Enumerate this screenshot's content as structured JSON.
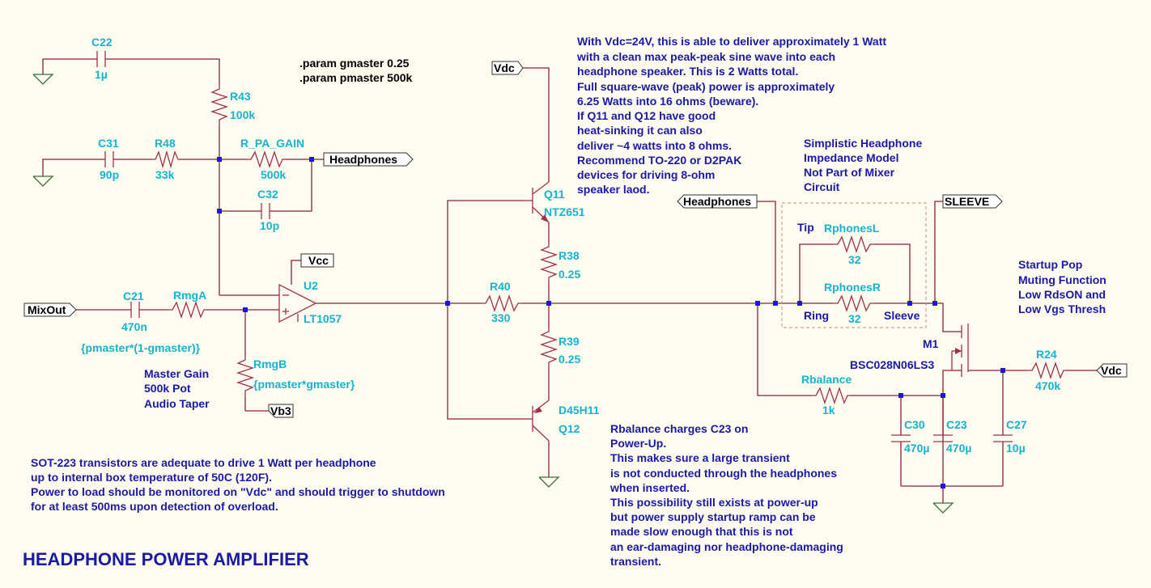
{
  "colors": {
    "wire": "#8a2040",
    "label_cyan": "#14b4d0",
    "note_blue": "#1a1aa6",
    "junction": "#1a1ad0",
    "ground": "#3c6e3c",
    "background": "#fefbef"
  },
  "directives": {
    "gmaster": ".param gmaster 0.25",
    "pmaster": ".param pmaster 500k"
  },
  "nets": {
    "vdc": "Vdc",
    "vcc": "Vcc",
    "vb3": "Vb3",
    "mixout": "MixOut",
    "headphones": "Headphones",
    "sleeve": "SLEEVE"
  },
  "parts": {
    "c22": {
      "ref": "C22",
      "value": "1µ"
    },
    "r43": {
      "ref": "R43",
      "value": "100k"
    },
    "c31": {
      "ref": "C31",
      "value": "90p"
    },
    "r48": {
      "ref": "R48",
      "value": "33k"
    },
    "rpa": {
      "ref": "R_PA_GAIN",
      "value": "500k"
    },
    "c32": {
      "ref": "C32",
      "value": "10p"
    },
    "u2": {
      "ref": "U2",
      "value": "LT1057"
    },
    "c21": {
      "ref": "C21",
      "value": "470n"
    },
    "rmga": {
      "ref": "RmgA",
      "value": "{pmaster*(1-gmaster)}"
    },
    "rmgb": {
      "ref": "RmgB",
      "value": "{pmaster*gmaster}"
    },
    "q11": {
      "ref": "Q11",
      "value": "NTZ651"
    },
    "r38": {
      "ref": "R38",
      "value": "0.25"
    },
    "r40": {
      "ref": "R40",
      "value": "330"
    },
    "r39": {
      "ref": "R39",
      "value": "0.25"
    },
    "q12": {
      "ref": "Q12",
      "value": "D45H11"
    },
    "rphl": {
      "ref": "RphonesL",
      "value": "32"
    },
    "rphr": {
      "ref": "RphonesR",
      "value": "32"
    },
    "m1": {
      "ref": "M1",
      "value": "BSC028N06LS3"
    },
    "r24": {
      "ref": "R24",
      "value": "470k"
    },
    "rbal": {
      "ref": "Rbalance",
      "value": "1k"
    },
    "c30": {
      "ref": "C30",
      "value": "470µ"
    },
    "c23": {
      "ref": "C23",
      "value": "470µ"
    },
    "c27": {
      "ref": "C27",
      "value": "10µ"
    }
  },
  "jack_labels": {
    "tip": "Tip",
    "ring": "Ring",
    "sleeve": "Sleeve"
  },
  "notes": {
    "master_gain": [
      "Master Gain",
      "500k Pot",
      "Audio Taper"
    ],
    "vdc_power": [
      "With Vdc=24V, this is able to deliver approximately 1 Watt",
      "with a clean max peak-peak sine wave into each",
      "headphone speaker.  This is 2 Watts total.",
      "Full square-wave (peak) power is approximately",
      "6.25 Watts into 16 ohms (beware).",
      "If Q11 and Q12 have good",
      "heat-sinking it can also",
      "deliver ~4 watts into 8 ohms.",
      "Recommend TO-220 or D2PAK",
      "devices for driving 8-ohm",
      "speaker laod."
    ],
    "impedance_model": [
      "Simplistic Headphone",
      "Impedance Model",
      "Not Part of Mixer",
      "Circuit"
    ],
    "startup_pop": [
      "Startup Pop",
      "Muting Function",
      "Low RdsON and",
      "Low Vgs Thresh"
    ],
    "sot223": [
      "SOT-223 transistors are adequate to drive 1 Watt per headphone",
      "up to internal box temperature of 50C (120F).",
      "Power to load should be monitored on \"Vdc\" and should trigger to shutdown",
      "for at least 500ms upon detection of overload."
    ],
    "rbalance": [
      "Rbalance charges C23 on",
      "Power-Up.",
      "This makes sure a large transient",
      "is not conducted through the headphones",
      "when inserted.",
      "This possibility still exists at power-up",
      "but power supply startup ramp can be",
      "made slow enough that this is not",
      "an ear-damaging nor headphone-damaging",
      "transient."
    ]
  },
  "title": "HEADPHONE POWER AMPLIFIER"
}
